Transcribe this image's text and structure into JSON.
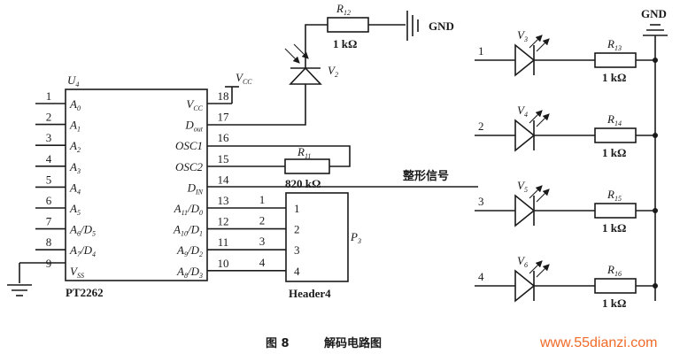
{
  "chip": {
    "ref": "U",
    "ref_sub": "4",
    "part": "PT2262",
    "left_pins": [
      {
        "num": "1",
        "name": "A",
        "sub": "0"
      },
      {
        "num": "2",
        "name": "A",
        "sub": "1"
      },
      {
        "num": "3",
        "name": "A",
        "sub": "2"
      },
      {
        "num": "4",
        "name": "A",
        "sub": "3"
      },
      {
        "num": "5",
        "name": "A",
        "sub": "4"
      },
      {
        "num": "6",
        "name": "A",
        "sub": "5"
      },
      {
        "num": "7",
        "name": "A",
        "sub": "6",
        "name2": "/D",
        "sub2": "5"
      },
      {
        "num": "8",
        "name": "A",
        "sub": "7",
        "name2": "/D",
        "sub2": "4"
      },
      {
        "num": "9",
        "name": "V",
        "sub": "SS"
      }
    ],
    "right_pins": [
      {
        "num": "18",
        "name": "V",
        "sub": "CC"
      },
      {
        "num": "17",
        "name": "D",
        "sub": "out"
      },
      {
        "num": "16",
        "name": "OSC1",
        "sub": ""
      },
      {
        "num": "15",
        "name": "OSC2",
        "sub": ""
      },
      {
        "num": "14",
        "name": "D",
        "sub": "IN"
      },
      {
        "num": "13",
        "name": "A",
        "sub": "11",
        "name2": "/D",
        "sub2": "0"
      },
      {
        "num": "12",
        "name": "A",
        "sub": "10",
        "name2": "/D",
        "sub2": "1"
      },
      {
        "num": "11",
        "name": "A",
        "sub": "9",
        "name2": "/D",
        "sub2": "2"
      },
      {
        "num": "10",
        "name": "A",
        "sub": "8",
        "name2": "/D",
        "sub2": "3"
      }
    ]
  },
  "vcc": {
    "name": "V",
    "sub": "CC"
  },
  "r12": {
    "name": "R",
    "sub": "12",
    "value": "1 kΩ"
  },
  "gnd_top": "GND",
  "v2": {
    "name": "V",
    "sub": "2"
  },
  "r11": {
    "name": "R",
    "sub": "11",
    "value": "820 kΩ"
  },
  "signal_label": "整形信号",
  "bus_numbers": [
    "1",
    "2",
    "3",
    "4"
  ],
  "header": {
    "pins": [
      "1",
      "2",
      "3",
      "4"
    ],
    "ref": "P",
    "ref_sub": "3",
    "part": "Header4"
  },
  "gnd_right": "GND",
  "outputs": [
    {
      "input": "1",
      "led": "V",
      "led_sub": "3",
      "res": "R",
      "res_sub": "13",
      "value": "1 kΩ"
    },
    {
      "input": "2",
      "led": "V",
      "led_sub": "4",
      "res": "R",
      "res_sub": "14",
      "value": "1 kΩ"
    },
    {
      "input": "3",
      "led": "V",
      "led_sub": "5",
      "res": "R",
      "res_sub": "15",
      "value": "1 kΩ"
    },
    {
      "input": "4",
      "led": "V",
      "led_sub": "6",
      "res": "R",
      "res_sub": "16",
      "value": "1 kΩ"
    }
  ],
  "caption": {
    "fig": "图 8",
    "title": "解码电路图"
  },
  "watermark": "www.55dianzi.com",
  "colors": {
    "ink": "#1a1a1a",
    "watermark": "#f06a28",
    "background": "#ffffff"
  }
}
